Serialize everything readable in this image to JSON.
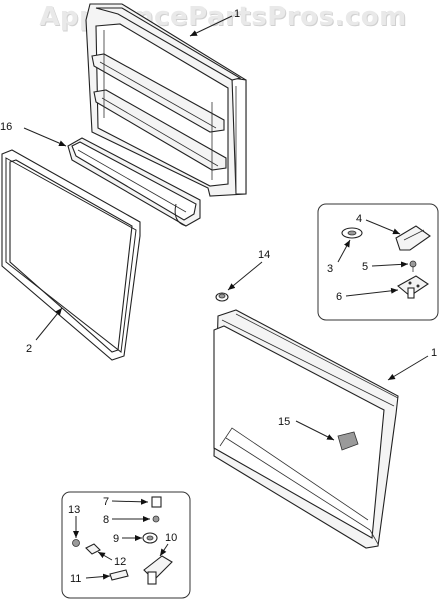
{
  "watermark": "AppliancePartsPros.com",
  "callouts": {
    "c1_top": "1",
    "c16": "16",
    "c2": "2",
    "c14": "14",
    "c1_bottom": "1",
    "c15": "15",
    "c3": "3",
    "c4": "4",
    "c5": "5",
    "c6": "6",
    "c7": "7",
    "c8": "8",
    "c9": "9",
    "c10": "10",
    "c11": "11",
    "c12": "12",
    "c13": "13"
  }
}
